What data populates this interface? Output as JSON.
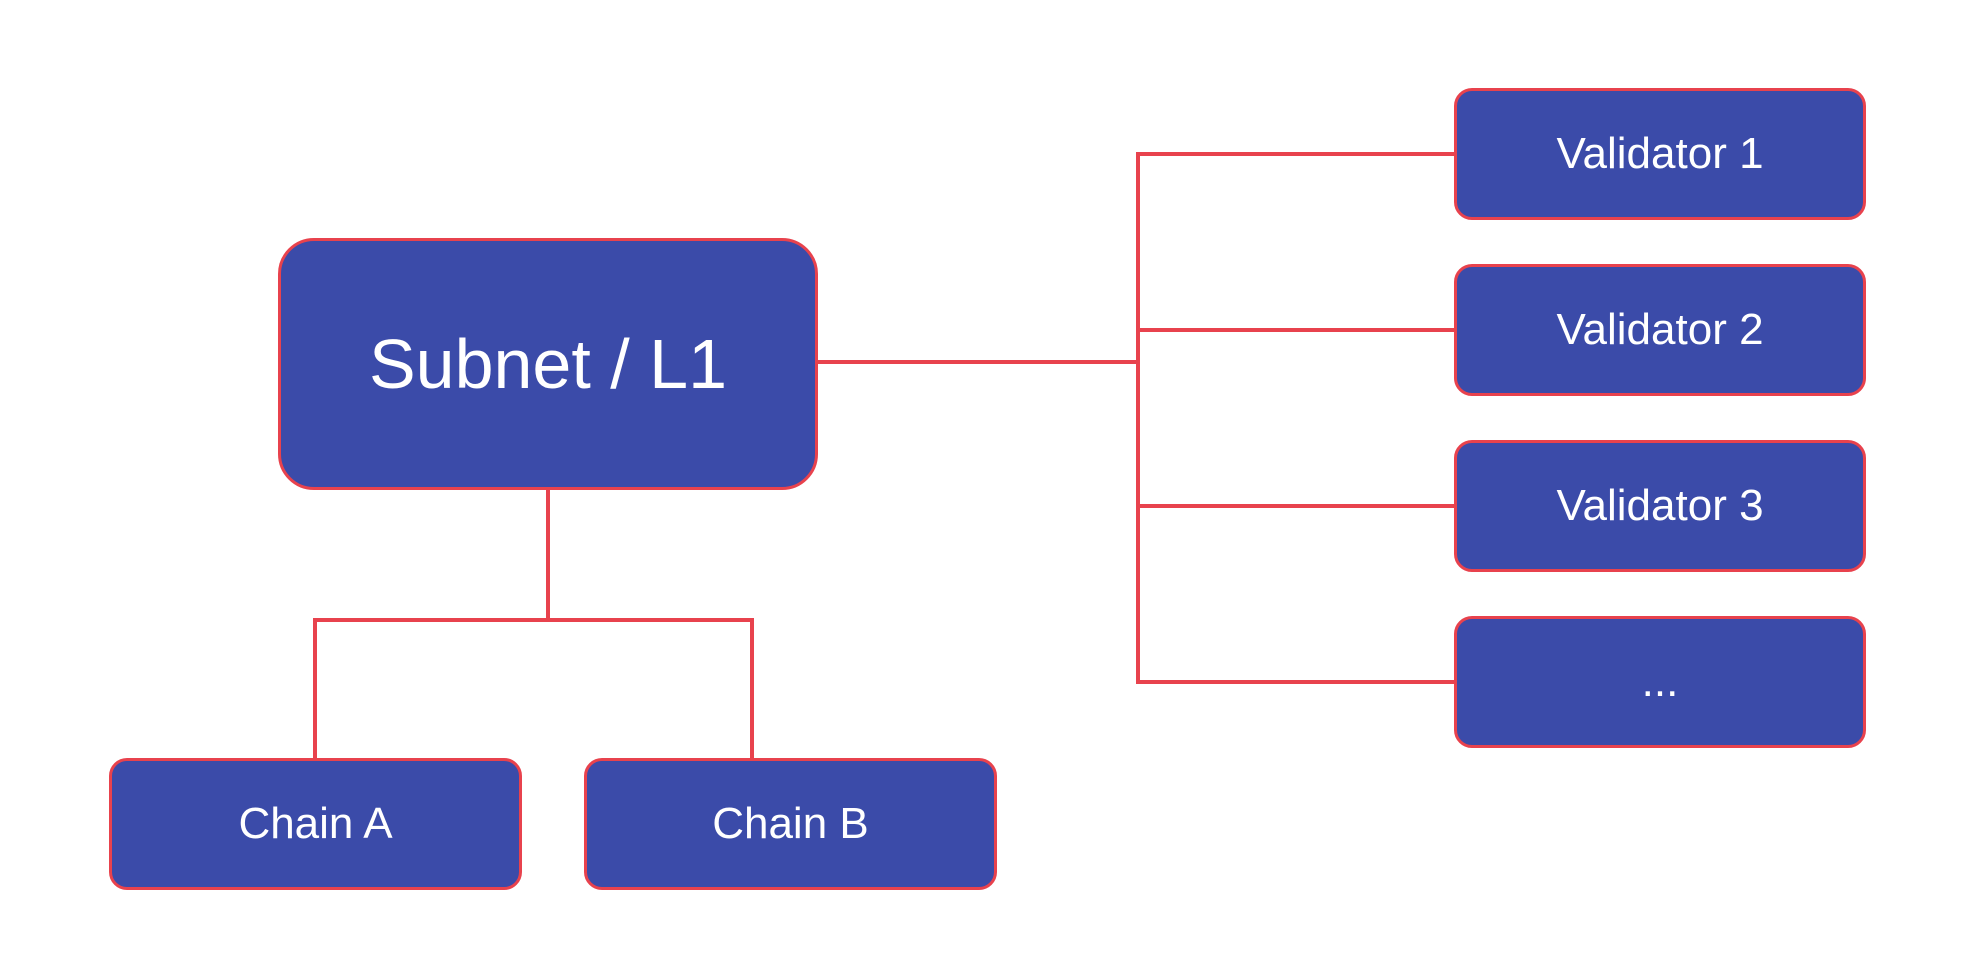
{
  "diagram": {
    "colors": {
      "canvas_bg": "#ffffff",
      "node_fill": "#3b4ba9",
      "node_stroke": "#e8424d",
      "node_text": "#ffffff",
      "connector": "#e8424d"
    },
    "nodes": {
      "subnet": {
        "label": "Subnet / L1"
      },
      "chain_a": {
        "label": "Chain A"
      },
      "chain_b": {
        "label": "Chain B"
      },
      "validator_1": {
        "label": "Validator 1"
      },
      "validator_2": {
        "label": "Validator 2"
      },
      "validator_3": {
        "label": "Validator 3"
      },
      "more": {
        "label": "..."
      }
    }
  }
}
